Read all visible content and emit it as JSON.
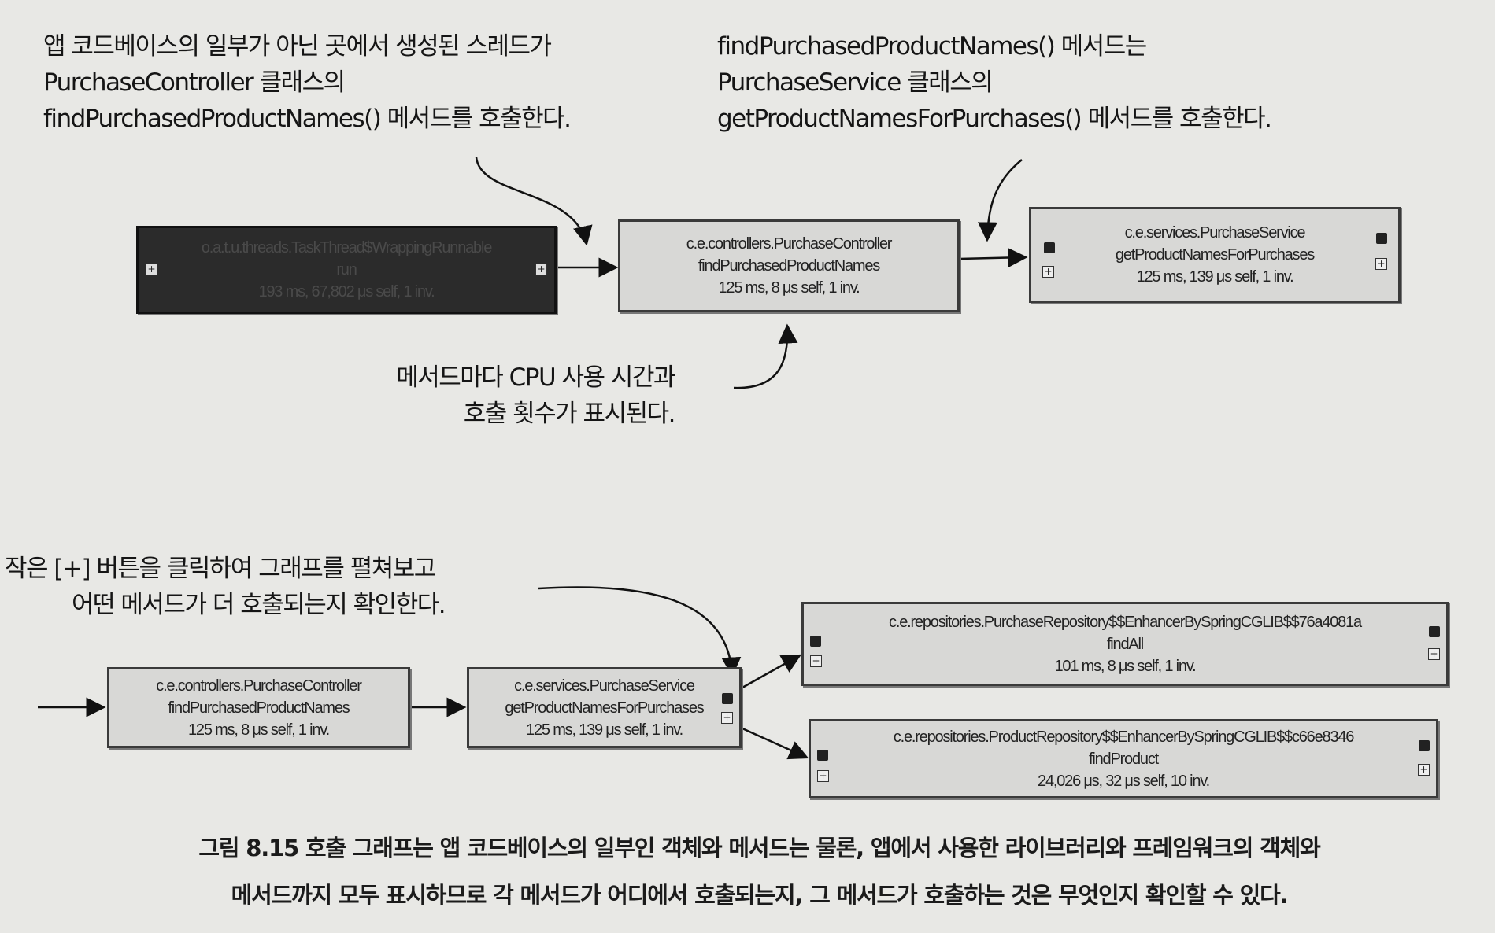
{
  "annotations": {
    "thread_origin": [
      "앱 코드베이스의 일부가 아닌 곳에서 생성된 스레드가",
      "PurchaseController 클래스의",
      "findPurchasedProductNames() 메서드를 호출한다."
    ],
    "service_call": [
      "findPurchasedProductNames() 메서드는",
      "PurchaseService 클래스의",
      "getProductNamesForPurchases() 메서드를 호출한다."
    ],
    "cpu_time": [
      "메서드마다 CPU 사용 시간과",
      "호출 횟수가 표시된다."
    ],
    "expand_hint": [
      "작은 [+] 버튼을 클릭하여 그래프를 펼쳐보고",
      "어떤 메서드가 더 호출되는지 확인한다."
    ]
  },
  "top_graph": [
    {
      "class": "o.a.t.u.threads.TaskThread$WrappingRunnable",
      "method": "run",
      "stats": "193 ms, 67,802 μs self, 1 inv."
    },
    {
      "class": "c.e.controllers.PurchaseController",
      "method": "findPurchasedProductNames",
      "stats": "125 ms, 8 μs self, 1 inv."
    },
    {
      "class": "c.e.services.PurchaseService",
      "method": "getProductNamesForPurchases",
      "stats": "125 ms, 139 μs self, 1 inv."
    }
  ],
  "bottom_graph": [
    {
      "class": "c.e.controllers.PurchaseController",
      "method": "findPurchasedProductNames",
      "stats": "125 ms, 8 μs self, 1 inv."
    },
    {
      "class": "c.e.services.PurchaseService",
      "method": "getProductNamesForPurchases",
      "stats": "125 ms, 139 μs self, 1 inv."
    },
    {
      "class": "c.e.repositories.PurchaseRepository$$EnhancerBySpringCGLIB$$76a4081a",
      "method": "findAll",
      "stats": "101 ms, 8 μs self, 1 inv."
    },
    {
      "class": "c.e.repositories.ProductRepository$$EnhancerBySpringCGLIB$$c66e8346",
      "method": "findProduct",
      "stats": "24,026 μs, 32 μs self, 10 inv."
    }
  ],
  "expand_symbol": "+",
  "caption": [
    "그림 8.15 호출 그래프는 앱 코드베이스의 일부인 객체와 메서드는 물론, 앱에서 사용한 라이브러리와 프레임워크의 객체와",
    "메서드까지 모두 표시하므로 각 메서드가 어디에서 호출되는지, 그 메서드가 호출하는 것은 무엇인지 확인할 수 있다."
  ]
}
